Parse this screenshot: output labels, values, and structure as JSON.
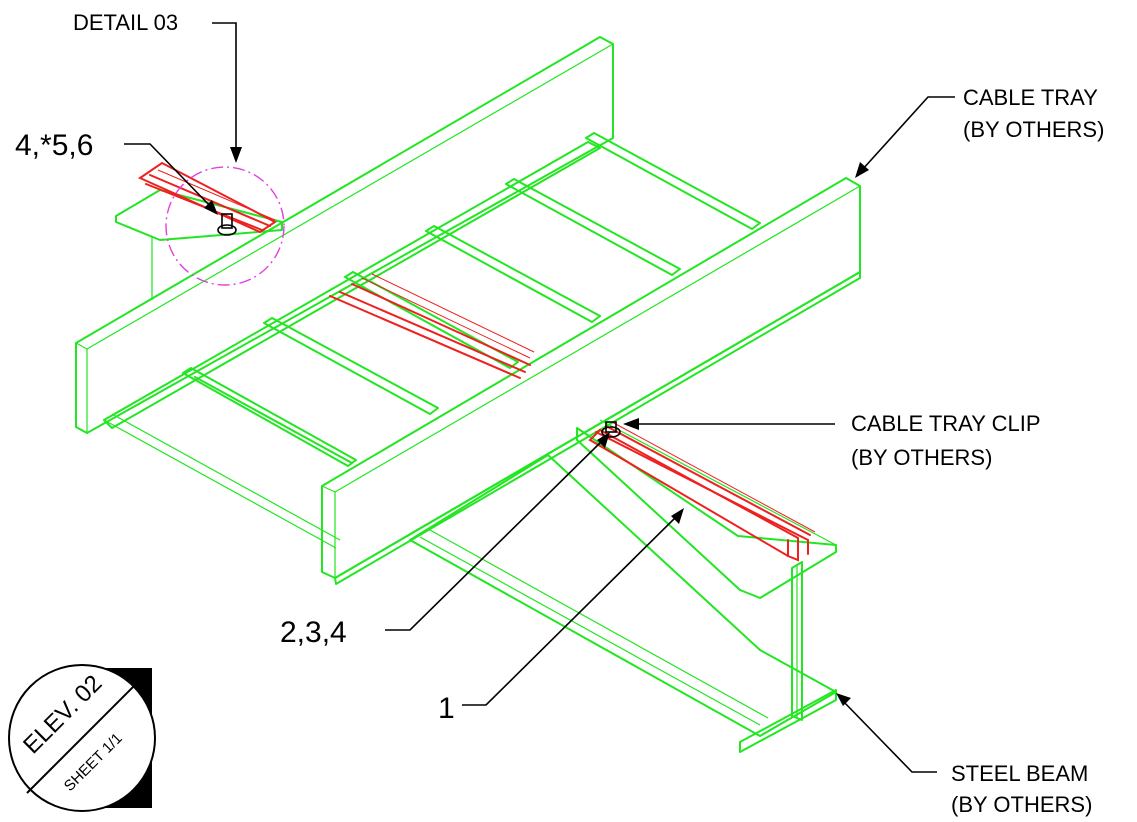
{
  "drawing": {
    "labels": {
      "detail": "DETAIL 03",
      "cable_tray_line1": "CABLE TRAY",
      "cable_tray_line2": "(BY OTHERS)",
      "clip_line1": "CABLE TRAY CLIP",
      "clip_line2": "(BY OTHERS)",
      "beam_line1": "STEEL BEAM",
      "beam_line2": "(BY OTHERS)",
      "callout_456": "4,*5,6",
      "callout_234": "2,3,4",
      "callout_1": "1"
    },
    "stamp": {
      "title": "ELEV. 02",
      "sheet": "SHEET 1/1"
    },
    "colors": {
      "tray": "#22e622",
      "clip": "#ee2020",
      "detail_circle": "#e040e0",
      "leader": "#000000"
    }
  }
}
